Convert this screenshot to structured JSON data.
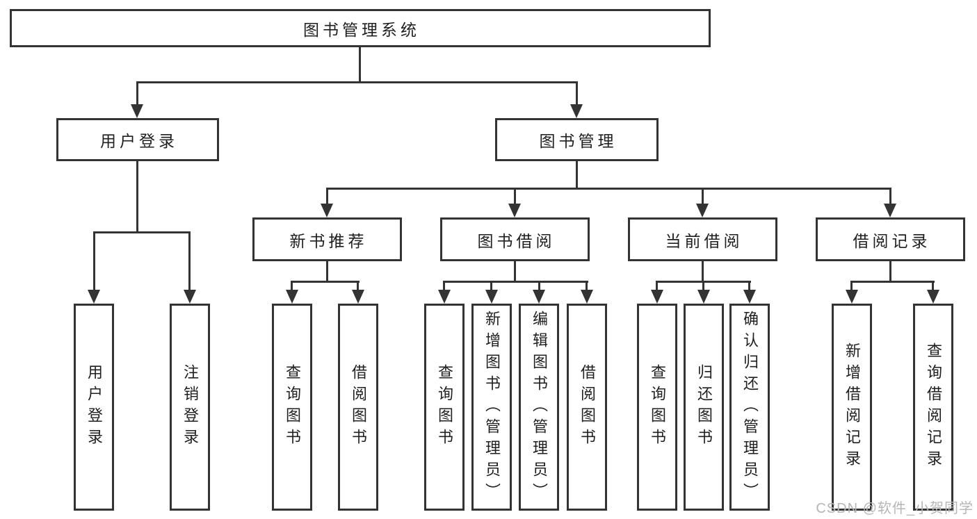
{
  "colors": {
    "line": "#333333",
    "text": "#1f1f1f",
    "box-bg": "#ffffff",
    "watermark": "#b5b5b5"
  },
  "watermark": "CSDN @软件_小贺同学",
  "tree": {
    "root": {
      "label": "图书管理系统"
    },
    "branches": [
      {
        "label": "用户登录",
        "children": [
          {
            "label": "用户登录"
          },
          {
            "label": "注销登录"
          }
        ]
      },
      {
        "label": "图书管理",
        "sections": [
          {
            "label": "新书推荐",
            "children": [
              {
                "label": "查询图书"
              },
              {
                "label": "借阅图书"
              }
            ]
          },
          {
            "label": "图书借阅",
            "children": [
              {
                "label": "查询图书"
              },
              {
                "label": "新增图书（管理员）"
              },
              {
                "label": "编辑图书（管理员）"
              },
              {
                "label": "借阅图书"
              }
            ]
          },
          {
            "label": "当前借阅",
            "children": [
              {
                "label": "查询图书"
              },
              {
                "label": "归还图书"
              },
              {
                "label": "确认归还（管理员）"
              }
            ]
          },
          {
            "label": "借阅记录",
            "children": [
              {
                "label": "新增借阅记录"
              },
              {
                "label": "查询借阅记录"
              }
            ]
          }
        ]
      }
    ]
  }
}
